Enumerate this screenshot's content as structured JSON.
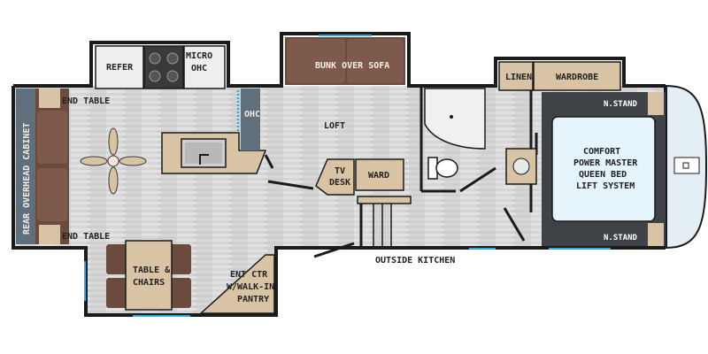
{
  "labels": {
    "refer": "REFER",
    "micro": "MICRO",
    "ohc": "OHC",
    "bunk_over_sofa": "BUNK OVER SOFA",
    "linen": "LINEN",
    "wardrobe": "WARDROBE",
    "nstand": "N.STAND",
    "end_table": "END TABLE",
    "rear_overhead_cabinet": "REAR OVERHEAD CABINET",
    "loft": "LOFT",
    "bed": [
      "COMFORT",
      "POWER MASTER",
      "QUEEN BED",
      "LIFT SYSTEM"
    ],
    "tv": "TV",
    "desk": "DESK",
    "ward": "WARD",
    "table_chairs": [
      "TABLE &",
      "CHAIRS"
    ],
    "ent_ctr": [
      "ENT CTR",
      "W/WALK-IN",
      "PANTRY"
    ],
    "outside_kitchen": "OUTSIDE KITCHEN"
  },
  "colors": {
    "wall": "#1b1b1b",
    "floor": "#d9d9d9",
    "furniture_brown": "#6b4b3e",
    "counter_tan": "#d8c3a5",
    "cabinet_slate": "#5f6f7c",
    "led_accent": "#35a8e0",
    "bed_blue": "#e6f4fb"
  }
}
